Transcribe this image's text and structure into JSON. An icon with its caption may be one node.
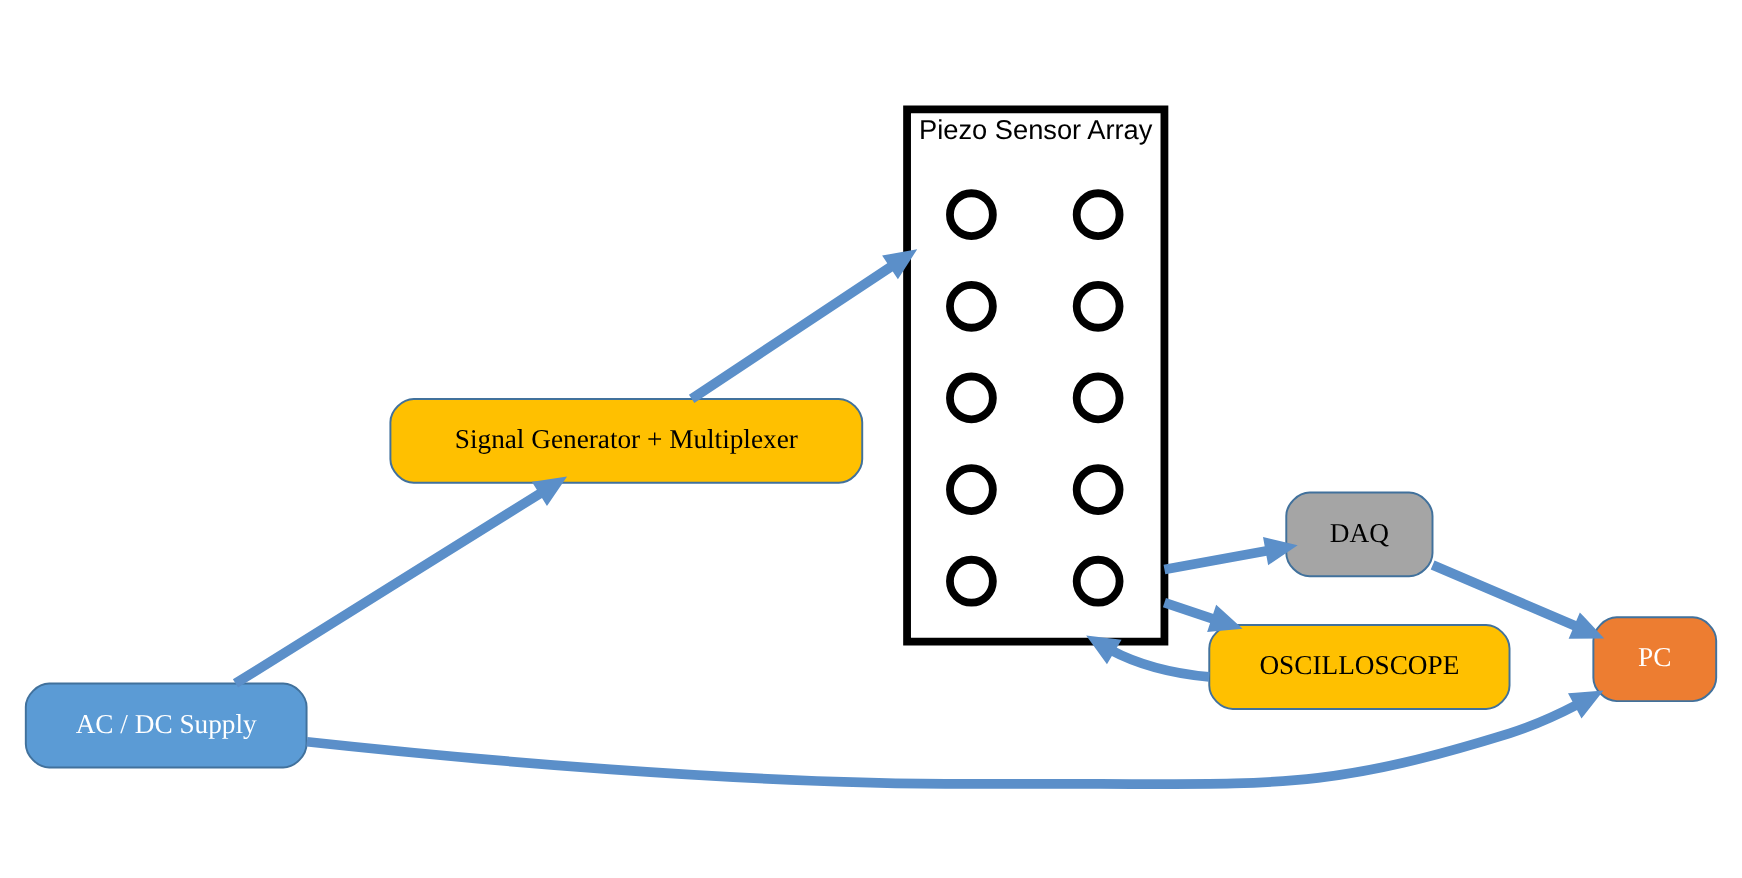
{
  "diagram": {
    "nodes": [
      {
        "text": [
          "AC / DC Supply"
        ]
      },
      {
        "text": [
          "Signal Generator + Multiplexer"
        ]
      },
      {
        "text": [
          "Piezo Sensor Array"
        ]
      },
      {
        "text": [
          "PC"
        ]
      },
      {
        "text": [
          "DAQ"
        ]
      },
      {
        "text": [
          "OSCILLOSCOPE"
        ]
      },
      {
        "text": [],
        "shape": "circle",
        "in": 2
      },
      {
        "text": [],
        "shape": "circle",
        "in": 2
      },
      {
        "text": [],
        "shape": "circle",
        "in": 2
      },
      {
        "text": [],
        "shape": "circle",
        "in": 2
      },
      {
        "text": [],
        "shape": "circle",
        "in": 2
      },
      {
        "text": [],
        "shape": "circle",
        "in": 2
      },
      {
        "text": [],
        "shape": "circle",
        "in": 2
      },
      {
        "text": [],
        "shape": "circle",
        "in": 2
      },
      {
        "text": [],
        "shape": "circle",
        "in": 2
      },
      {
        "text": [],
        "shape": "circle",
        "in": 2
      }
    ],
    "edges": [
      {
        "from": 0,
        "to": 1,
        "arrow": "to"
      },
      {
        "from": 1,
        "to": 2,
        "arrow": "to"
      },
      {
        "from": 0,
        "to": 3,
        "arrow": "to"
      },
      {
        "from": 4,
        "to": 3,
        "arrow": "to"
      },
      {
        "from": 2,
        "to": 4,
        "arrow": "to"
      },
      {
        "from": 2,
        "to": 5,
        "arrow": "to"
      },
      {
        "from": 5,
        "to": 2,
        "arrow": "to"
      }
    ]
  }
}
